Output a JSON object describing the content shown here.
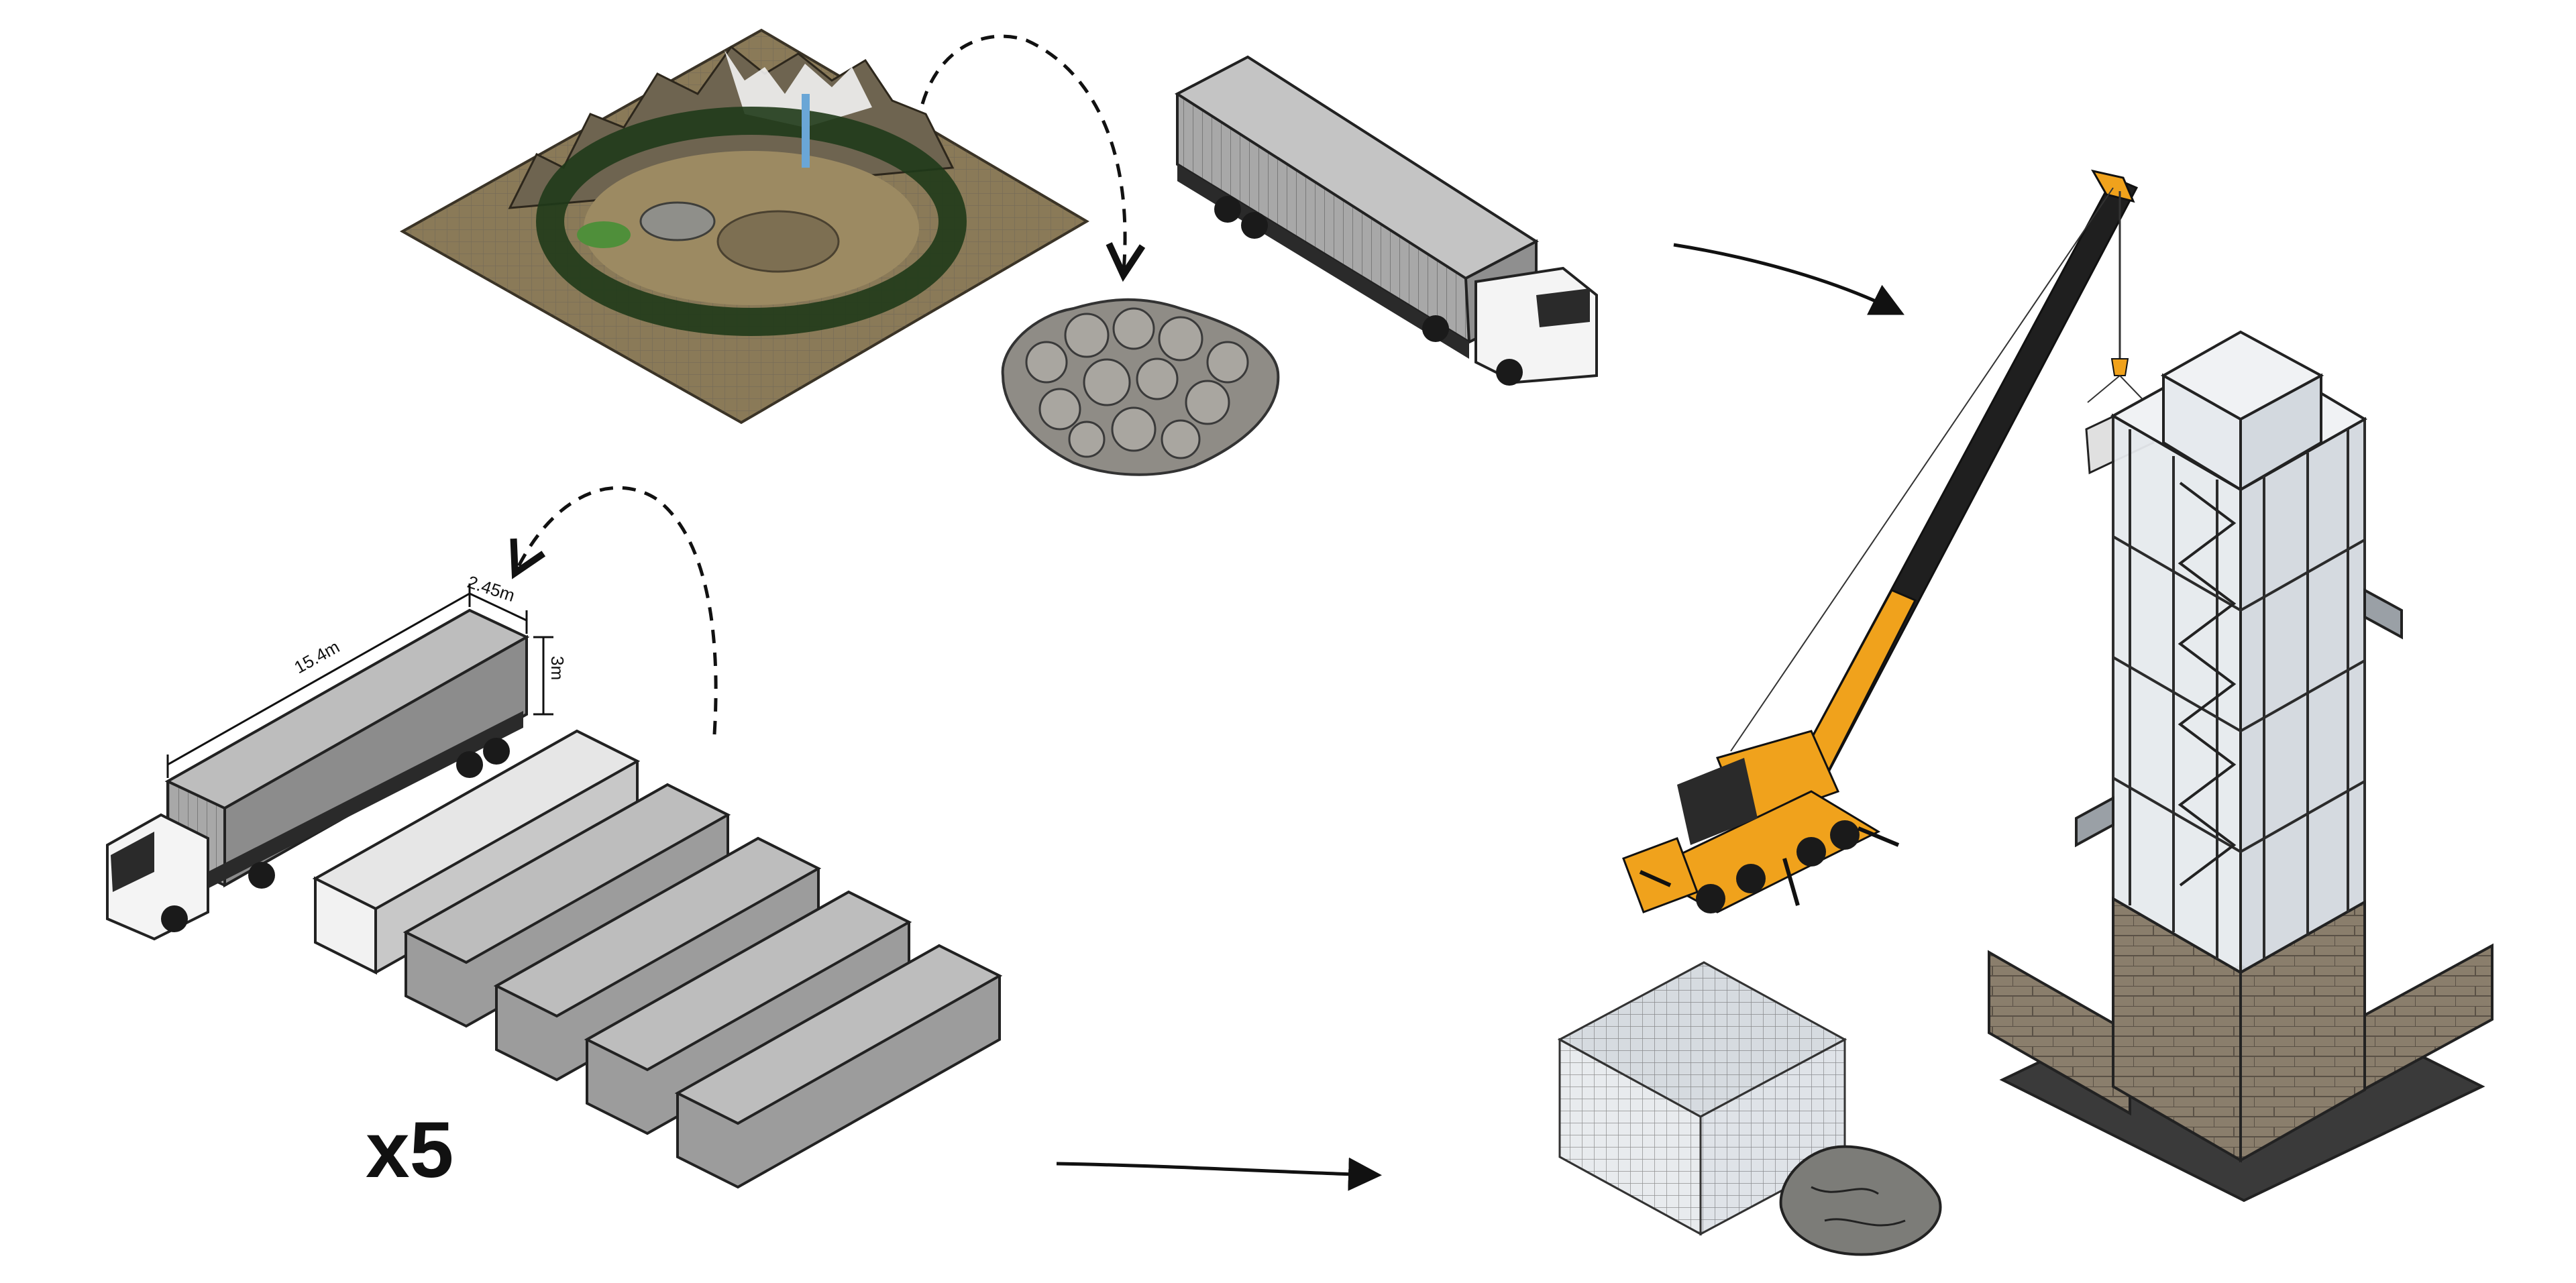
{
  "diagram": {
    "dimensions": {
      "length": "15.4m",
      "width": "2.45m",
      "height": "3m"
    },
    "multiplier": "x5",
    "colors": {
      "terrain": "#8a7a58",
      "forest": "#1f3a1a",
      "container": "#9c9c9c",
      "crane": "#f0a21c",
      "stone": "#857a6a",
      "glass": "#dfe3e8",
      "steel": "#2b2b2b"
    }
  }
}
